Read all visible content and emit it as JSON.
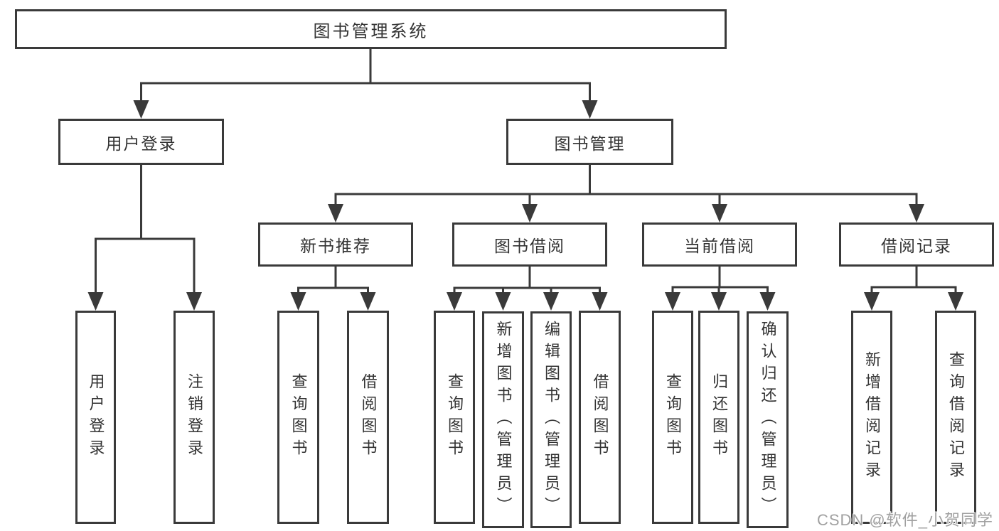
{
  "colors": {
    "line": "#3a3a3a",
    "text": "#333333",
    "box_background": "#ffffff",
    "watermark": "#a0a0a0"
  },
  "tree": {
    "root": {
      "label": "图书管理系统"
    },
    "branches": [
      {
        "label": "用户登录",
        "children": [
          {
            "label": "用户登录"
          },
          {
            "label": "注销登录"
          }
        ]
      },
      {
        "label": "图书管理",
        "children": [
          {
            "label": "新书推荐",
            "children": [
              {
                "label": "查询图书"
              },
              {
                "label": "借阅图书"
              }
            ]
          },
          {
            "label": "图书借阅",
            "children": [
              {
                "label": "查询图书"
              },
              {
                "label": "新增图书（管理员）"
              },
              {
                "label": "编辑图书（管理员）"
              },
              {
                "label": "借阅图书"
              }
            ]
          },
          {
            "label": "当前借阅",
            "children": [
              {
                "label": "查询图书"
              },
              {
                "label": "归还图书"
              },
              {
                "label": "确认归还（管理员）"
              }
            ]
          },
          {
            "label": "借阅记录",
            "children": [
              {
                "label": "新增借阅记录"
              },
              {
                "label": "查询借阅记录"
              }
            ]
          }
        ]
      }
    ]
  },
  "watermark": {
    "text": "CSDN @软件_小贺同学"
  }
}
